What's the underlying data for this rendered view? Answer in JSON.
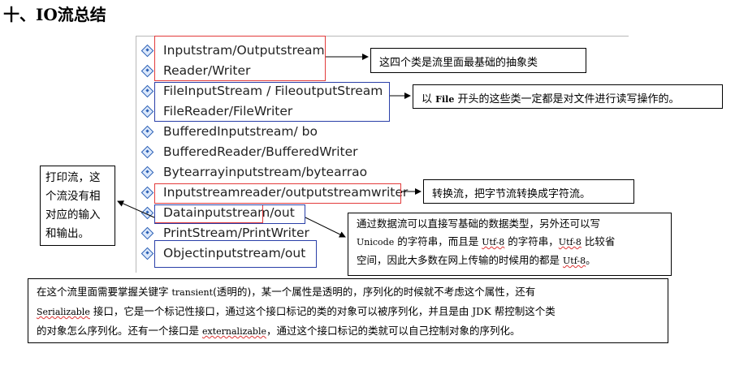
{
  "title": "十、IO流总结",
  "list": [
    "Inputstram/Outputstream",
    "Reader/Writer",
    "FileInputStream / FileoutputStream",
    "FileReader/FileWriter",
    "BufferedInputstream/ bo",
    "BufferedReader/BufferedWriter",
    "Bytearrayinputstream/bytearrao",
    "Inputstreamreader/outputstreamwriter",
    "Datainputstream/out",
    "PrintStream/PrintWriter",
    "Objectinputstream/out"
  ],
  "notes": {
    "abstract": "这四个类是流里面最基础的抽象类",
    "file_prefix": "以",
    "file_word": "File",
    "file_suffix": "开头的这些类一定都是对文件进行读写操作的。",
    "convert": "转换流，把字节流转换成字符流。",
    "print": "打印流，这个流没有相对应的输入和输出。",
    "data_1": "通过数据流可以直接写基础的数据类型，另外还可以写",
    "data_2a": "Unicode",
    "data_2b": "的字符串，而且是",
    "data_2c": "Utf-8",
    "data_2d": "的字符串，",
    "data_2e": "Utf-8",
    "data_2f": "比较省",
    "data_3a": "空间，因此大多数在网上传输的时候用的都是",
    "data_3b": "Utf-8",
    "data_3c": "。",
    "obj_1a": "在这个流里面需要掌握关键字",
    "obj_1b": "transient",
    "obj_1c": "(透明的)，某一个属性是透明的，序列化的时候就不考虑这个属性，还有",
    "obj_2a": "Serializable",
    "obj_2b": "接口，它是一个标记性接口，通过这个接口标记的类的对象可以被序列化，并且是由",
    "obj_2c": "JDK",
    "obj_2d": "帮控制这个类",
    "obj_3a": "的对象怎么序列化。还有一个接口是",
    "obj_3b": "externalizable",
    "obj_3c": "，通过这个接口标记的类就可以自己控制对象的序列化。"
  }
}
